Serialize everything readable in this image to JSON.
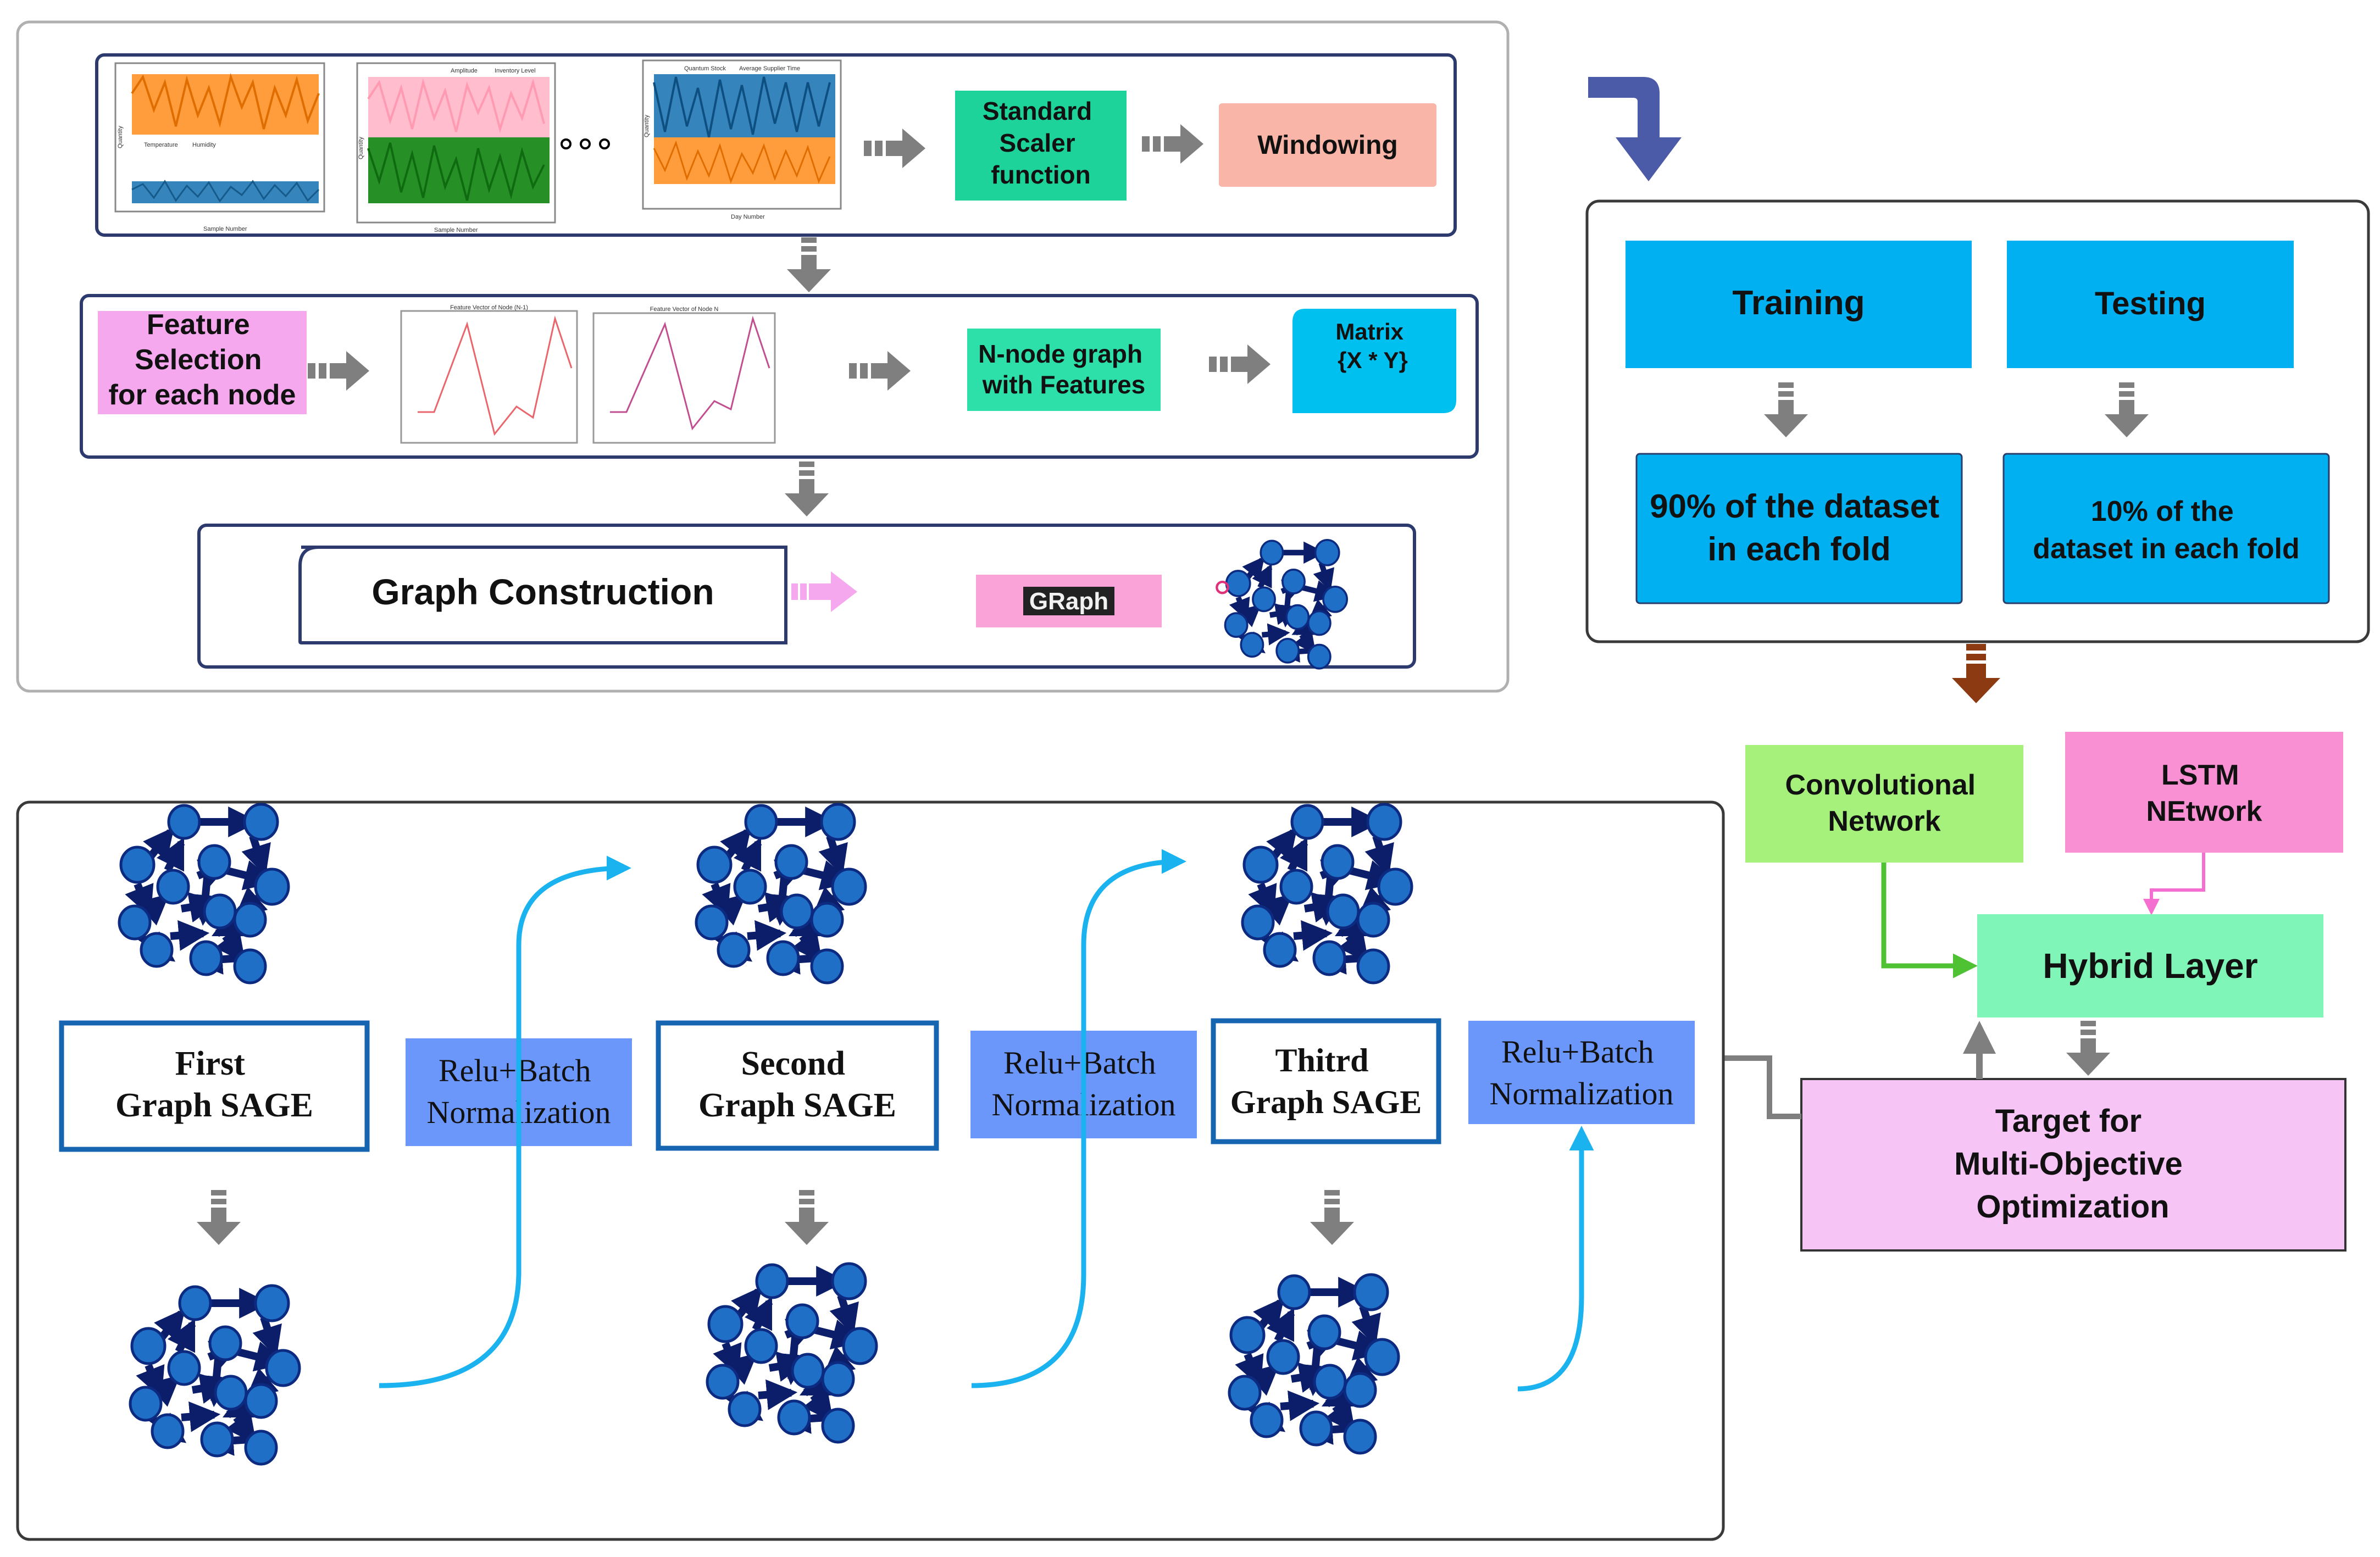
{
  "preprocessing": {
    "standard_scaler": [
      "Standard",
      "Scaler",
      "function"
    ],
    "windowing": "Windowing",
    "feature_selection": [
      "Feature",
      "Selection",
      "for each node"
    ],
    "n_node_graph": [
      "N-node graph",
      "with Features"
    ],
    "matrix": [
      "Matrix",
      "{X * Y}"
    ],
    "graph_construction": "Graph Construction",
    "graph_label": "GRaph",
    "thumbnails": {
      "chart1": {
        "legend": [
          "Temperature",
          "Humidity"
        ],
        "ylabel": "Quantity",
        "xlabel": "Sample Number"
      },
      "chart2": {
        "legend": [
          "Amplitude",
          "Inventory Level"
        ],
        "ylabel": "Quantity",
        "xlabel": "Sample Number"
      },
      "chart3": {
        "legend": [
          "Quantum Stock",
          "Average Supplier Time"
        ],
        "ylabel": "Quantity",
        "xlabel": "Day Number"
      },
      "feature_plot_1": {
        "title": "Feature Vector of Node (N-1)"
      },
      "feature_plot_2": {
        "title": "Feature Vector of Node N"
      }
    }
  },
  "cross_validation": {
    "training": "Training",
    "testing": "Testing",
    "training_split": [
      "90% of the dataset",
      "in each fold"
    ],
    "testing_split": [
      "10% of the",
      "dataset in each fold"
    ]
  },
  "models": {
    "cnn": [
      "Convolutional",
      "Network"
    ],
    "lstm": [
      "LSTM",
      "NEtwork"
    ],
    "hybrid": "Hybrid Layer",
    "target": [
      "Target for",
      "Multi-Objective",
      "Optimization"
    ]
  },
  "sage": {
    "first": [
      "First",
      "Graph SAGE"
    ],
    "second": [
      "Second",
      "Graph SAGE"
    ],
    "third": [
      "Thitrd",
      "Graph SAGE"
    ],
    "relu": [
      "Relu+Batch",
      "Normalization"
    ]
  },
  "colors": {
    "green_teal": "#1ed39a",
    "salmon": "#f9b5a8",
    "pink": "#f5a8ee",
    "cyan": "#00b0f0",
    "light_green": "#a6f07c",
    "lstm_pink": "#f990d3",
    "hybrid_green": "#7ff5b7",
    "target_pink": "#f7c5f5",
    "relu_blue": "#6b96fa",
    "graph_pink": "#f9a3d8",
    "node_blue": "#1f6fc7",
    "edge_navy": "#0c1e6a",
    "arrow_gray": "#7f7f7f",
    "arrow_brown": "#8b3a12",
    "arrow_indigo": "#4b5ba8",
    "curve_blue": "#1ab3ef"
  }
}
